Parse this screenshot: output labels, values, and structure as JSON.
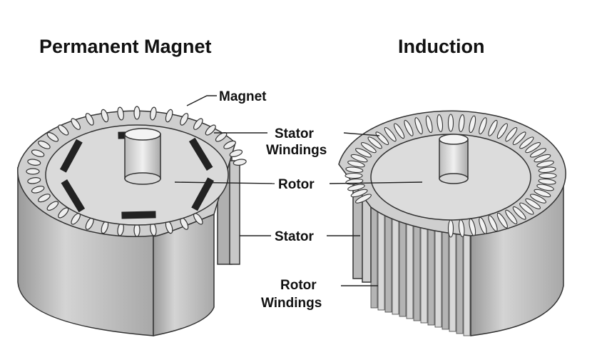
{
  "titles": {
    "left": "Permanent Magnet",
    "right": "Induction"
  },
  "labels": {
    "magnet": "Magnet",
    "stator_windings": [
      "Stator",
      "Windings"
    ],
    "rotor": "Rotor",
    "stator": "Stator",
    "rotor_windings": [
      "Rotor",
      "Windings"
    ]
  },
  "colors": {
    "body": "#c4c4c4",
    "top": "#d6d6d6",
    "dark": "#222222"
  }
}
